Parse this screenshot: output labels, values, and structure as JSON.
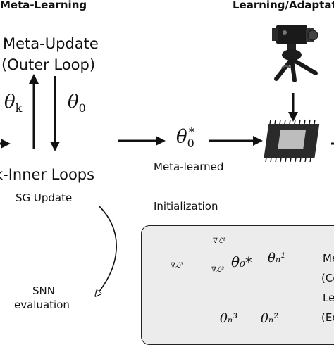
{
  "headers": {
    "meta_learning": "Meta-Learning",
    "learning_adaptation": "Learning/Adaptat"
  },
  "left_column": {
    "meta_update_line1": "Meta-Update",
    "meta_update_line2": "(Outer Loop)",
    "theta_k_symbol": "θ",
    "theta_k_sub": "k",
    "theta_0_symbol": "θ",
    "theta_0_sub": "0",
    "inner_loops": "k-Inner Loops",
    "sg_update": "SG Update",
    "snn_line1": "SNN",
    "snn_line2": "evaluation"
  },
  "center": {
    "theta_star_symbol": "θ",
    "theta_star_sub": "0",
    "theta_star_sup": "*",
    "meta_learned": "Meta-learned",
    "initialization": "Initialization"
  },
  "inset": {
    "grad_1": "∇ℒ¹",
    "grad_2": "∇ℒ²",
    "grad_3": "∇ℒ³",
    "theta0_star": "θ₀*",
    "theta_n1": "θₙ¹",
    "theta_n2": "θₙ²",
    "theta_n3": "θₙ³",
    "legend_line1": "Me",
    "legend_line2": "(Co",
    "legend_line3": "Le",
    "legend_line4": "(Ed"
  },
  "colors": {
    "ink": "#111111",
    "inset_bg": "#ececec",
    "chip_body": "#2a2a2a",
    "chip_core": "#bdbdbd"
  }
}
